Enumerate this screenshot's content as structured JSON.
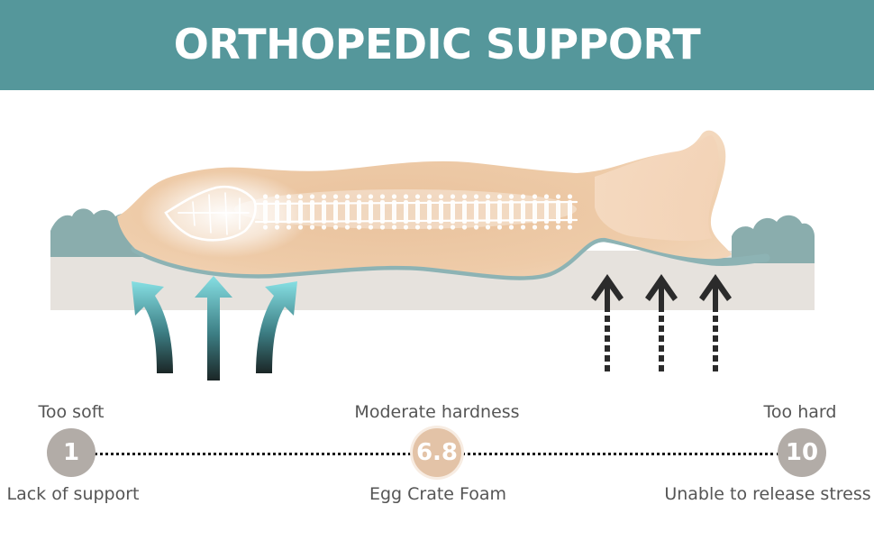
{
  "header": {
    "title": "ORTHOPEDIC SUPPORT"
  },
  "colors": {
    "banner": "#55979b",
    "foam_outline": "#8db3b4",
    "mattress": "#e6e2dd",
    "body": "#efc9a6",
    "arrow_teal": "#7fd6db",
    "arrow_dark": "#1c2b2b",
    "scale_grey": "#b2aca7",
    "scale_peach": "#e3c3a7"
  },
  "scale": {
    "left": {
      "top_label": "Too soft",
      "value": "1",
      "bottom_label": "Lack of support"
    },
    "middle": {
      "top_label": "Moderate hardness",
      "value": "6.8",
      "bottom_label": "Egg Crate Foam"
    },
    "right": {
      "top_label": "Too hard",
      "value": "10",
      "bottom_label": "Unable to release stress"
    }
  }
}
